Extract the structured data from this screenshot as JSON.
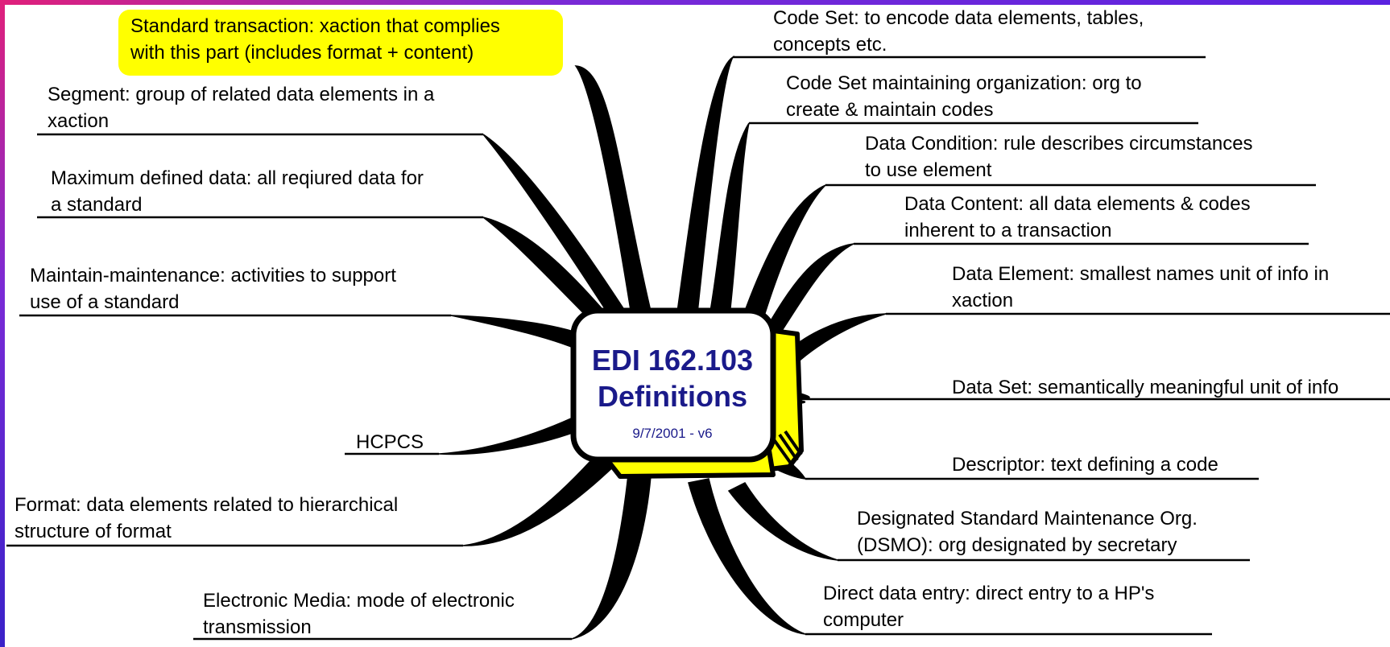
{
  "center": {
    "title_line1": "EDI 162.103",
    "title_line2": "Definitions",
    "version": "9/7/2001 - v6"
  },
  "branches": {
    "standard_transaction": "Standard transaction: xaction that complies\nwith this part (includes format + content)",
    "segment": "Segment: group of related data elements in a\nxaction",
    "maximum_defined_data": "Maximum defined data: all reqiured data for\na standard",
    "maintain_maintenance": "Maintain-maintenance: activities to support\nuse of a standard",
    "hcpcs": "HCPCS",
    "format": "Format: data elements related to hierarchical\nstructure of format",
    "electronic_media": "Electronic Media: mode of electronic\ntransmission",
    "code_set": "Code Set: to encode data elements, tables,\nconcepts etc.",
    "code_set_maintaining_org": "Code Set maintaining organization: org to\ncreate & maintain codes",
    "data_condition": "Data Condition: rule describes circumstances\nto use element",
    "data_content": "Data Content: all data elements & codes\ninherent to a transaction",
    "data_element": "Data Element: smallest names unit of info in\nxaction",
    "data_set": "Data Set: semantically meaningful unit of info",
    "descriptor": "Descriptor: text defining a code",
    "dsmo": "Designated Standard Maintenance Org.\n(DSMO): org designated by secretary",
    "direct_data_entry": "Direct data entry: direct entry to a HP's\ncomputer"
  },
  "colors": {
    "highlight": "#ffff00",
    "center_text": "#1a1a8a",
    "center_box_side": "#ffff00",
    "branch": "#000000"
  }
}
